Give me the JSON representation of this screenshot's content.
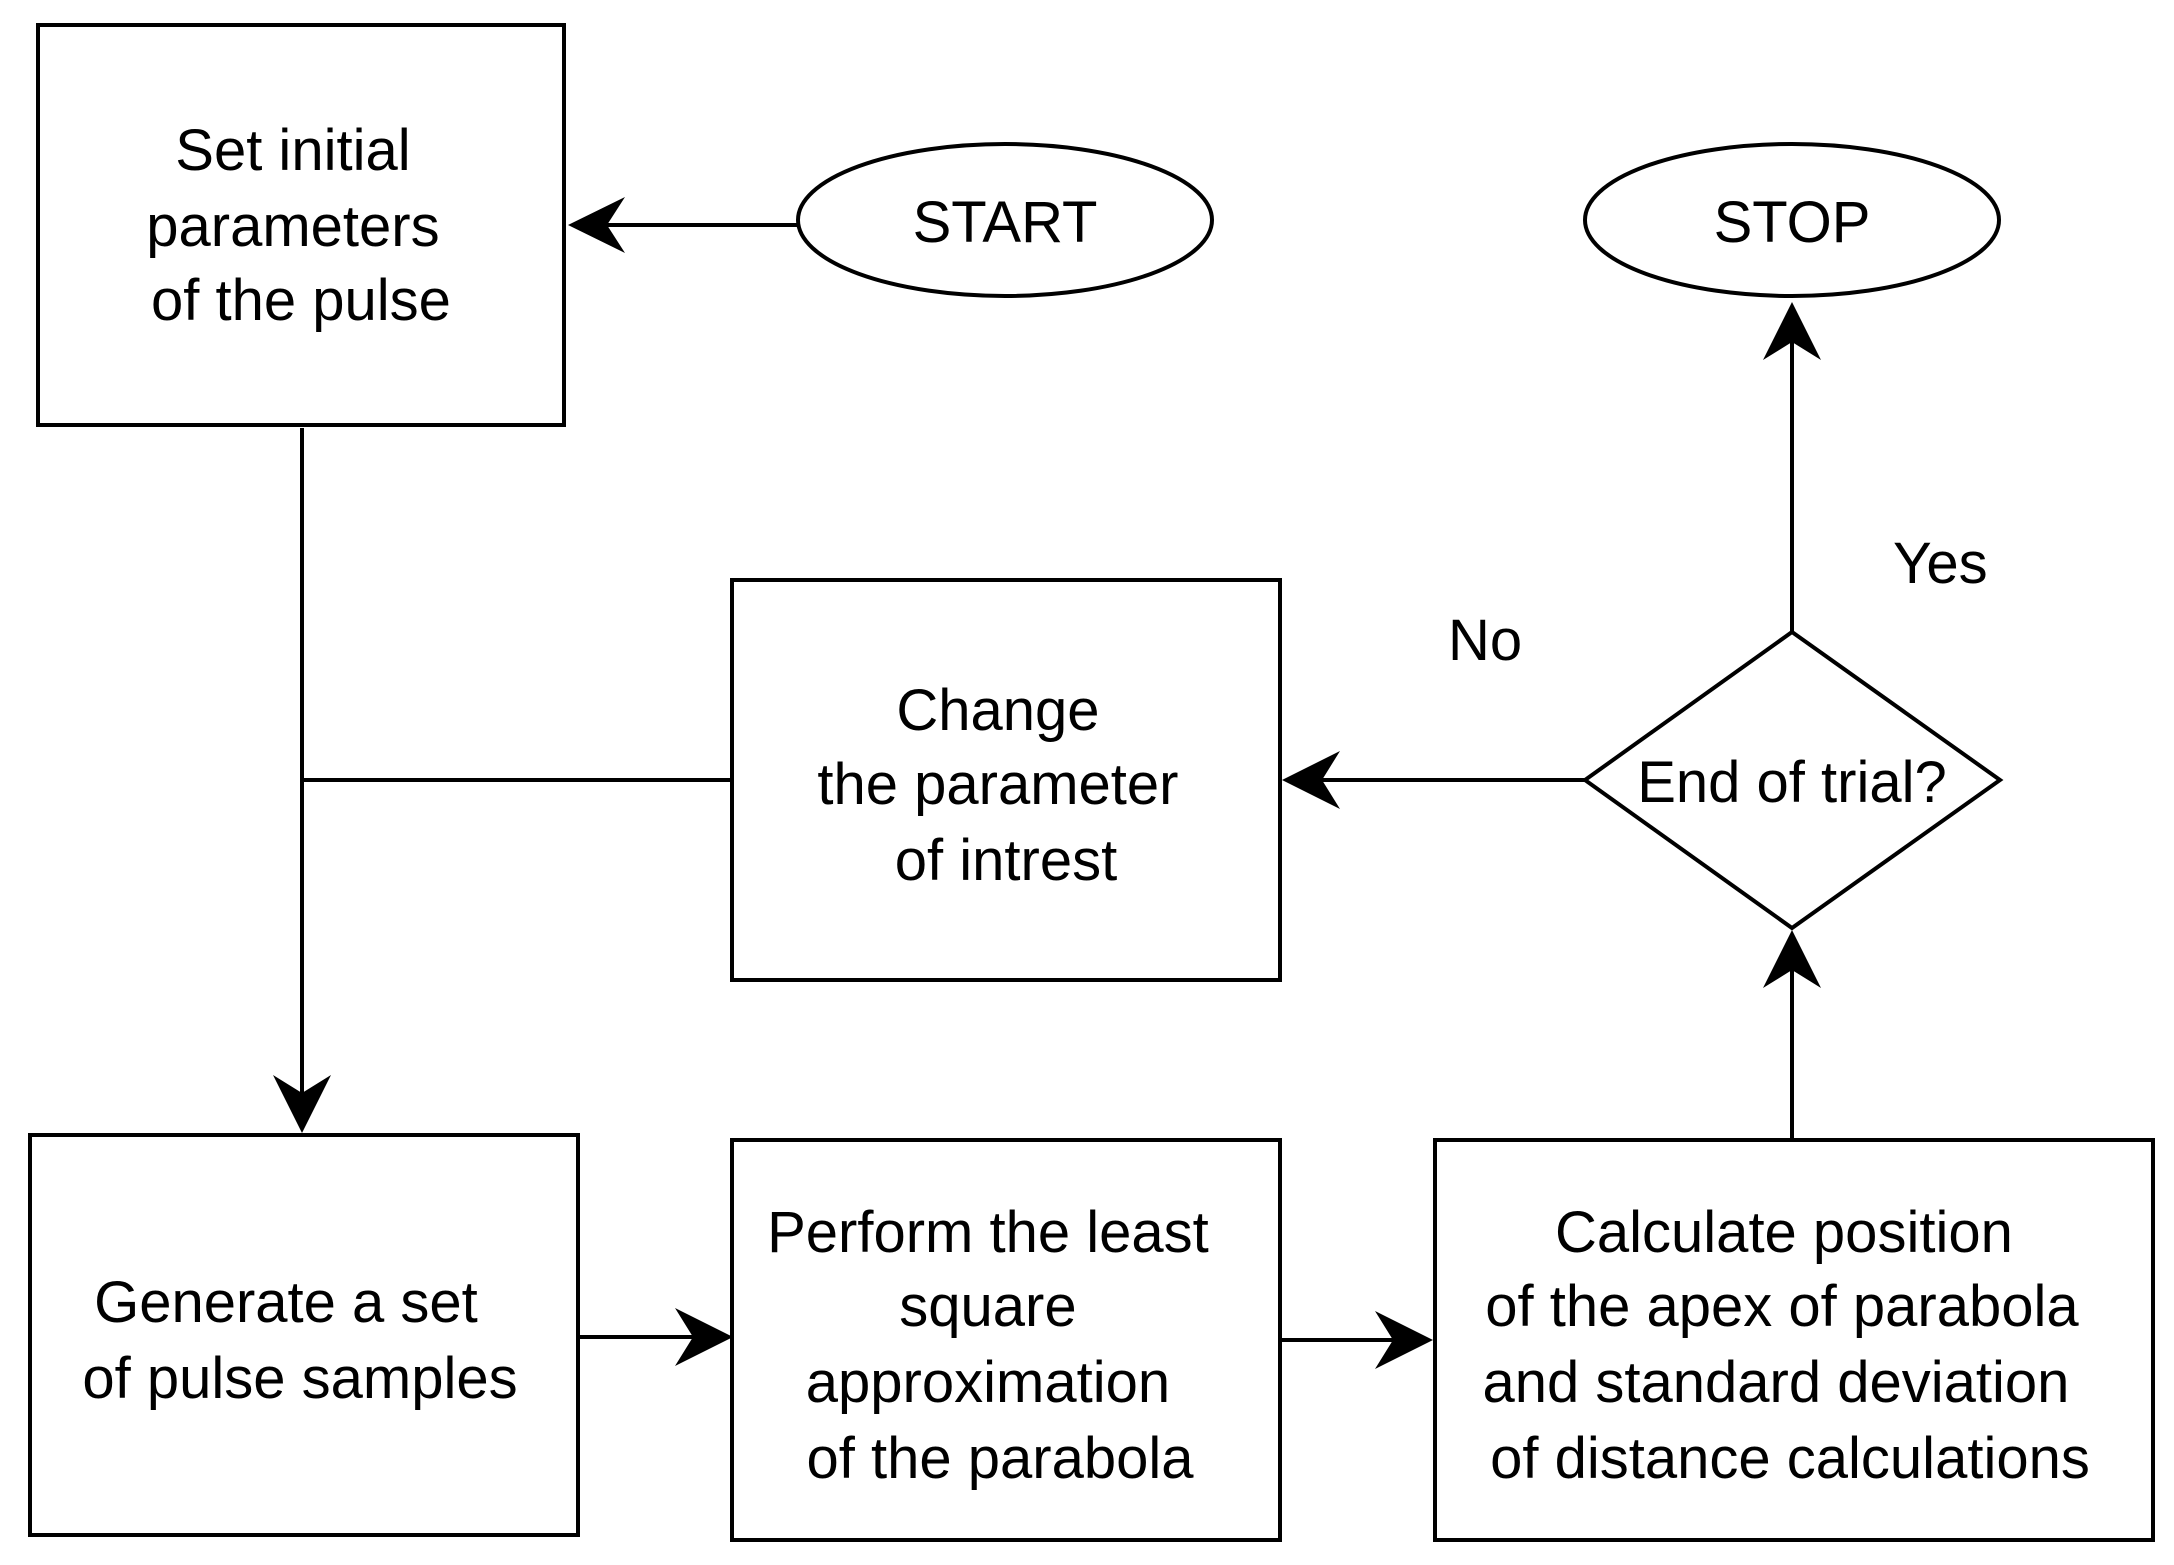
{
  "nodes": {
    "start": "START",
    "stop": "STOP",
    "set_params": [
      "Set initial",
      "parameters",
      "of the pulse"
    ],
    "change_param": [
      "Change",
      "the parameter",
      "of intrest"
    ],
    "decision": "End of trial?",
    "generate": [
      "Generate a set",
      "of pulse samples"
    ],
    "least_square": [
      "Perform the least",
      "square",
      "approximation",
      "of the parabola"
    ],
    "calculate": [
      "Calculate position",
      "of the apex of parabola",
      "and standard deviation",
      "of distance calculations"
    ]
  },
  "edge_labels": {
    "no": "No",
    "yes": "Yes"
  }
}
